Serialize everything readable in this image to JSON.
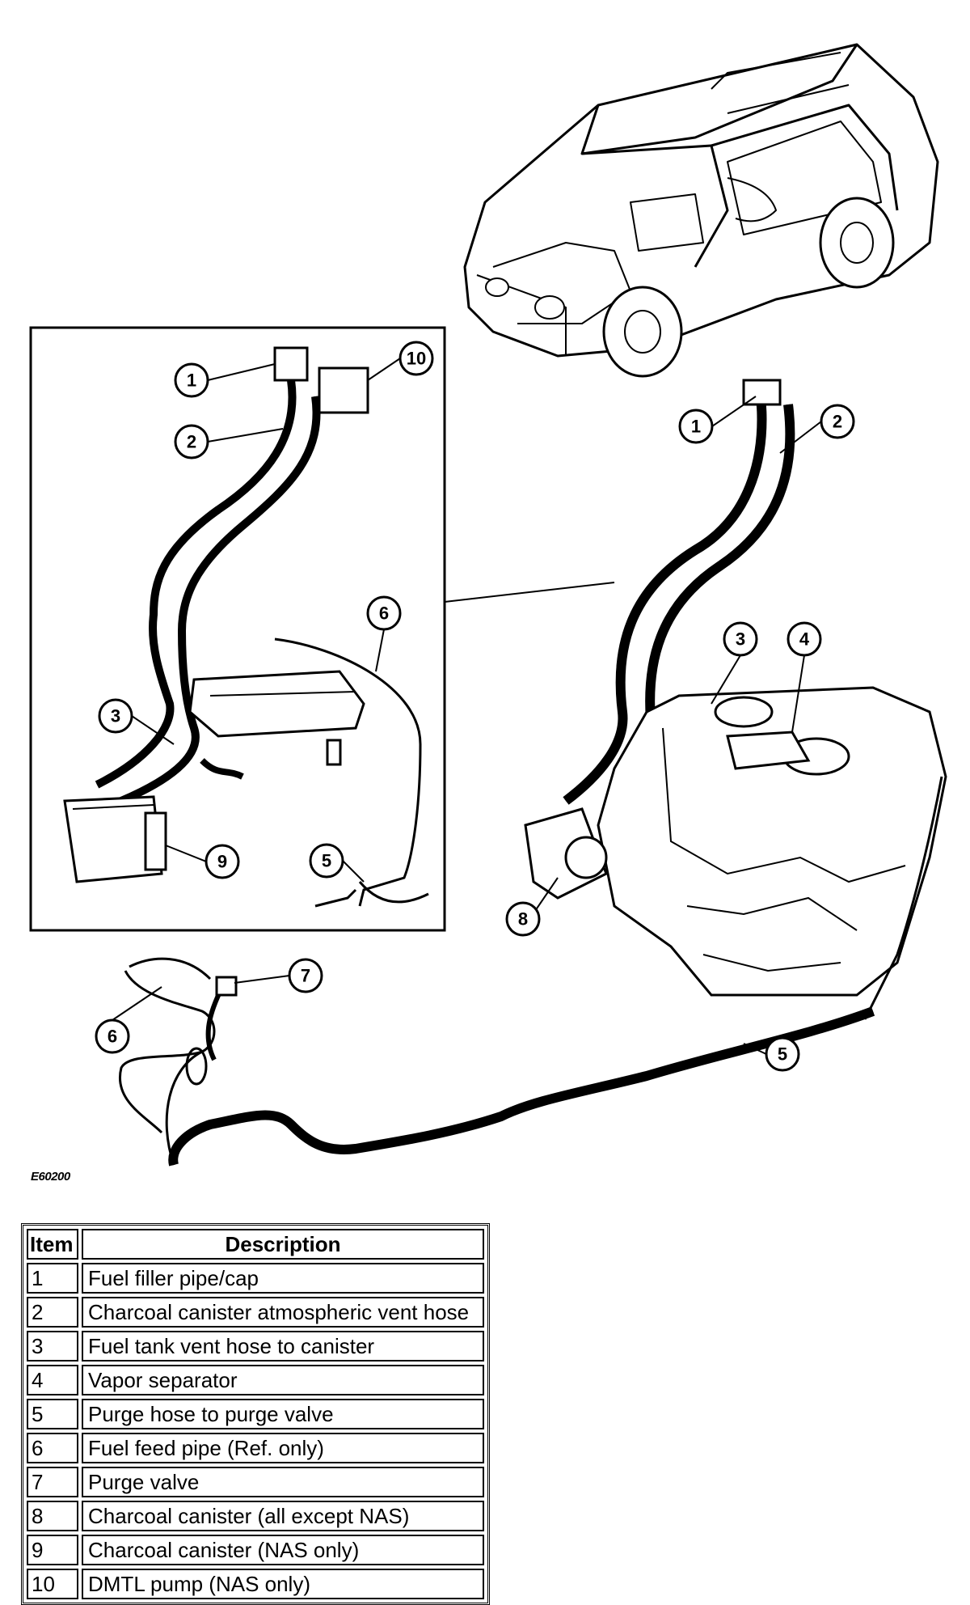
{
  "figure_id": "E60200",
  "callouts": {
    "inset": [
      "1",
      "10",
      "2",
      "6",
      "3",
      "9",
      "5"
    ],
    "main": [
      "1",
      "2",
      "3",
      "4",
      "8",
      "7",
      "6",
      "5"
    ]
  },
  "legend": {
    "header_item": "Item",
    "header_desc": "Description",
    "rows": [
      {
        "item": "1",
        "desc": "Fuel filler pipe/cap"
      },
      {
        "item": "2",
        "desc": "Charcoal canister atmospheric vent hose"
      },
      {
        "item": "3",
        "desc": "Fuel tank vent hose to canister"
      },
      {
        "item": "4",
        "desc": "Vapor separator"
      },
      {
        "item": "5",
        "desc": "Purge hose to purge valve"
      },
      {
        "item": "6",
        "desc": "Fuel feed pipe (Ref. only)"
      },
      {
        "item": "7",
        "desc": "Purge valve"
      },
      {
        "item": "8",
        "desc": "Charcoal canister (all except NAS)"
      },
      {
        "item": "9",
        "desc": "Charcoal canister (NAS only)"
      },
      {
        "item": "10",
        "desc": "DMTL pump (NAS only)"
      }
    ]
  }
}
